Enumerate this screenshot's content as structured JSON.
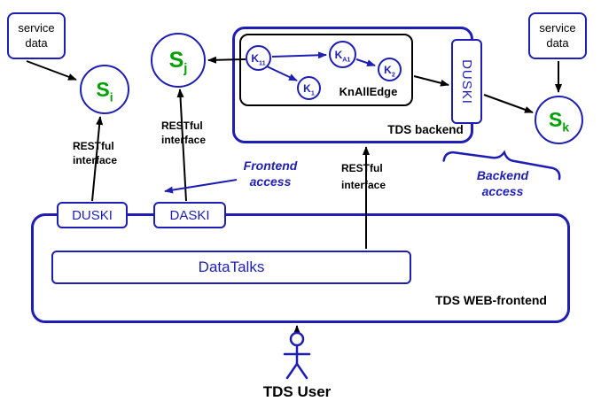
{
  "colors": {
    "primary_blue": "#1e1eb4",
    "node_green": "#00a000",
    "text_black": "#000000"
  },
  "service_data_left": {
    "line1": "service",
    "line2": "data"
  },
  "service_data_right": {
    "line1": "service",
    "line2": "data"
  },
  "nodes": {
    "si": {
      "main": "S",
      "sub": "i"
    },
    "sj": {
      "main": "S",
      "sub": "j"
    },
    "sk": {
      "main": "S",
      "sub": "k"
    },
    "k11": {
      "main": "K",
      "sub": "11"
    },
    "k1": {
      "main": "K",
      "sub": "1"
    },
    "ka1": {
      "main": "K",
      "sub": "A1"
    },
    "k2": {
      "main": "K",
      "sub": "2"
    }
  },
  "backend": {
    "label": "TDS backend",
    "knalledge_label": "KnAllEdge",
    "duski_label": "DUSKI"
  },
  "frontend": {
    "label": "TDS WEB-frontend",
    "duski_label": "DUSKI",
    "daski_label": "DASKI",
    "datatalks_label": "DataTalks"
  },
  "annotations": {
    "restful_si": {
      "line1": "RESTful",
      "line2": "interface"
    },
    "restful_sj": {
      "line1": "RESTful",
      "line2": "interface"
    },
    "restful_mid": {
      "line1": "RESTful",
      "line2": "interface"
    },
    "frontend_access": {
      "line1": "Frontend",
      "line2": "access"
    },
    "backend_access": {
      "line1": "Backend",
      "line2": "access"
    }
  },
  "user": {
    "label": "TDS User"
  }
}
